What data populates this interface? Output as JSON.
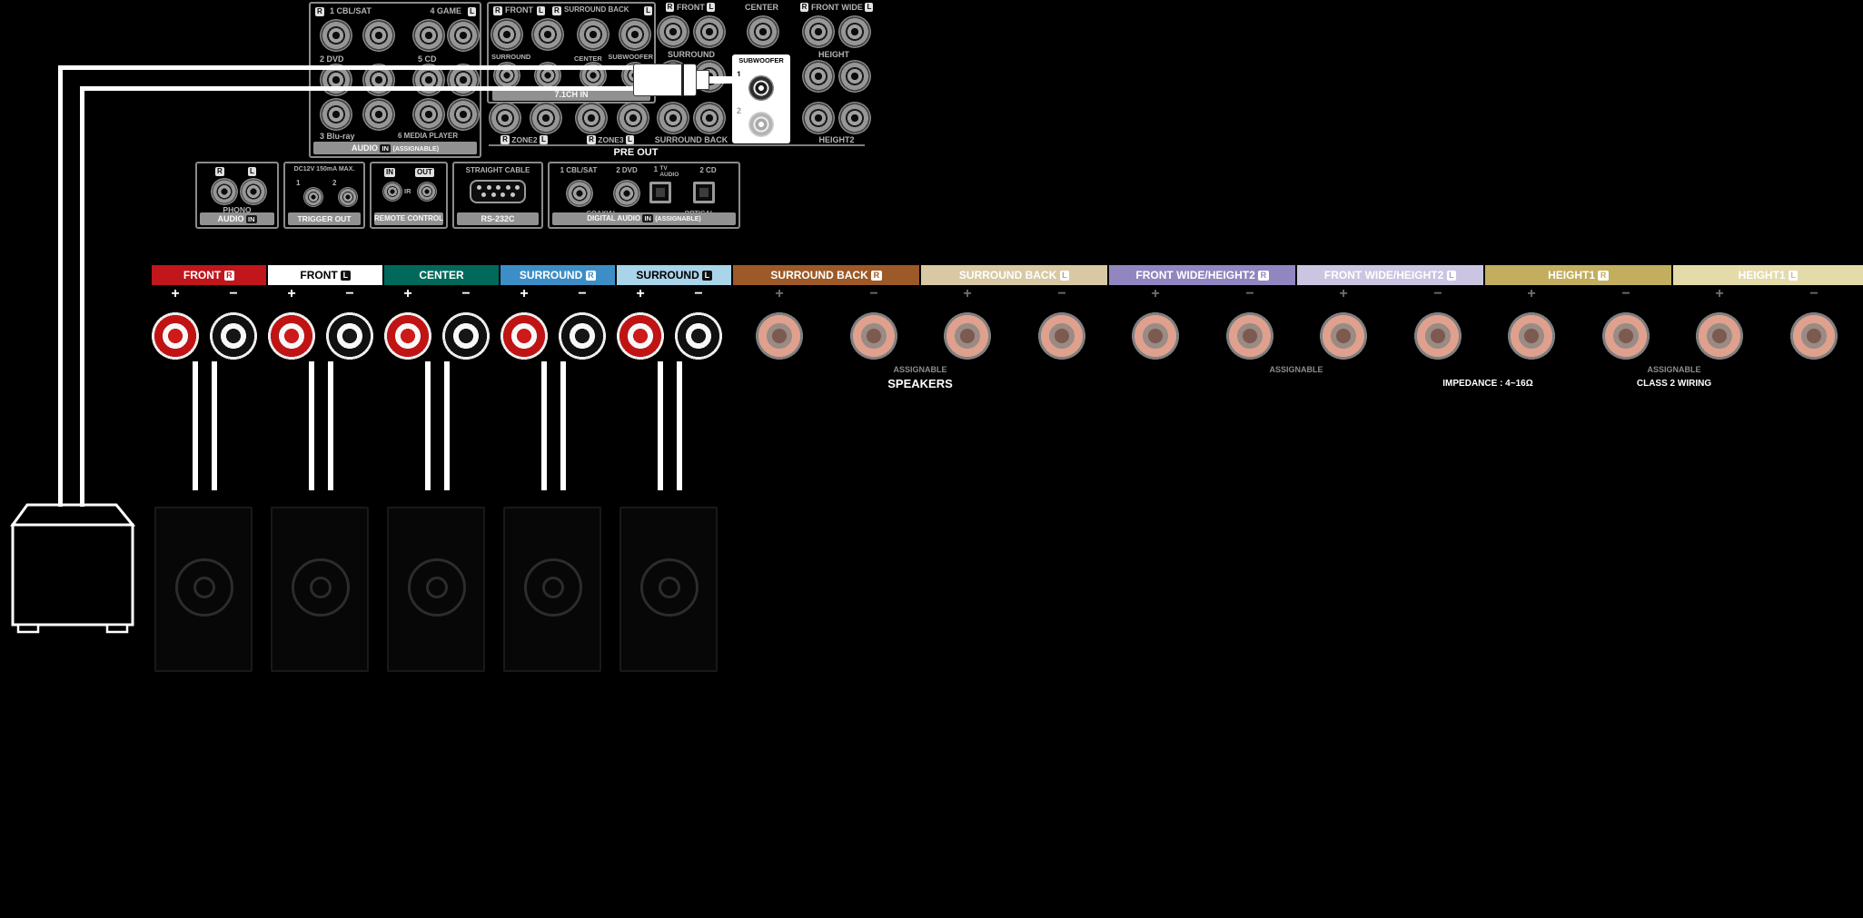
{
  "audio_in": {
    "badge_r": "R",
    "badge_l": "L",
    "input1": "1 CBL/SAT",
    "input4": "4 GAME",
    "input2": "2 DVD",
    "input5": "5 CD",
    "input3": "3 Blu-ray",
    "input6": "6 MEDIA PLAYER",
    "bar": {
      "title": "AUDIO",
      "in": "IN",
      "note": "(ASSIGNABLE)"
    }
  },
  "ch71": {
    "front": "FRONT",
    "surround_back": "SURROUND BACK",
    "surround": "SURROUND",
    "center": "CENTER",
    "subwoofer": "SUBWOOFER",
    "bar": "7.1CH IN",
    "badge_r": "R",
    "badge_l": "L"
  },
  "zones": {
    "zone2": "ZONE2",
    "zone3": "ZONE3",
    "badge_r": "R",
    "badge_l": "L"
  },
  "pre_out": {
    "title": "PRE OUT",
    "front": "FRONT",
    "center": "CENTER",
    "front_wide": "FRONT WIDE",
    "surround": "SURROUND",
    "height": "HEIGHT",
    "surround_back": "SURROUND BACK",
    "height2": "HEIGHT2",
    "subwoofer": {
      "label": "SUBWOOFER",
      "jack1": "1",
      "jack2": "2"
    },
    "badge_r": "R",
    "badge_l": "L"
  },
  "phono": {
    "badge_r": "R",
    "badge_l": "L",
    "label": "PHONO",
    "bar": {
      "title": "AUDIO",
      "in": "IN"
    }
  },
  "trigger_out": {
    "spec": "DC12V 150mA MAX.",
    "num1": "1",
    "num2": "2",
    "bar": "TRIGGER OUT"
  },
  "remote_control": {
    "badge_in": "IN",
    "badge_out": "OUT",
    "ir": "IR",
    "bar": "REMOTE CONTROL"
  },
  "rs232c": {
    "note": "STRAIGHT CABLE",
    "bar": "RS-232C"
  },
  "digital_audio": {
    "coax1": "1 CBL/SAT",
    "coax2": "2 DVD",
    "opt1_num": "1",
    "opt1_name": "TV AUDIO",
    "opt2": "2 CD",
    "coaxial": "COAXIAL",
    "optical": "OPTICAL",
    "bar": {
      "title": "DIGITAL AUDIO",
      "in": "IN",
      "note": "(ASSIGNABLE)"
    }
  },
  "speaker_terminals": {
    "plus": "+",
    "minus": "−",
    "sections": [
      {
        "label": "FRONT",
        "badge": "R",
        "color": "#c0161c",
        "text_color": "#ffffff",
        "badge_bg": "#ffffff",
        "badge_color": "#c0161c",
        "faded": false
      },
      {
        "label": "FRONT",
        "badge": "L",
        "color": "#ffffff",
        "text_color": "#000000",
        "badge_bg": "#111111",
        "badge_color": "#ffffff",
        "faded": false
      },
      {
        "label": "CENTER",
        "badge": "",
        "color": "#00695a",
        "text_color": "#ffffff",
        "badge_bg": "",
        "badge_color": "",
        "faded": false
      },
      {
        "label": "SURROUND",
        "badge": "R",
        "color": "#3d8ec6",
        "text_color": "#ffffff",
        "badge_bg": "#ffffff",
        "badge_color": "#3d8ec6",
        "faded": false
      },
      {
        "label": "SURROUND",
        "badge": "L",
        "color": "#a9d4e9",
        "text_color": "#000000",
        "badge_bg": "#111111",
        "badge_color": "#ffffff",
        "faded": false
      },
      {
        "label": "SURROUND BACK",
        "badge": "R",
        "color": "#9c5a28",
        "text_color": "#ffffff",
        "badge_bg": "#ffffff",
        "badge_color": "#9c5a28",
        "faded": true
      },
      {
        "label": "SURROUND BACK",
        "badge": "L",
        "color": "#d8c9a4",
        "text_color": "#ffffff",
        "badge_bg": "#ffffff",
        "badge_color": "#b5a57d",
        "faded": true
      },
      {
        "label": "FRONT WIDE/HEIGHT2",
        "badge": "R",
        "color": "#9186c0",
        "text_color": "#ffffff",
        "badge_bg": "#ffffff",
        "badge_color": "#9186c0",
        "faded": true
      },
      {
        "label": "FRONT WIDE/HEIGHT2",
        "badge": "L",
        "color": "#cbc5e2",
        "text_color": "#ffffff",
        "badge_bg": "#ffffff",
        "badge_color": "#a9a1c9",
        "faded": true
      },
      {
        "label": "HEIGHT1",
        "badge": "R",
        "color": "#c2ae5e",
        "text_color": "#ffffff",
        "badge_bg": "#ffffff",
        "badge_color": "#c2ae5e",
        "faded": true
      },
      {
        "label": "HEIGHT1",
        "badge": "L",
        "color": "#e4dbab",
        "text_color": "#ffffff",
        "badge_bg": "#ffffff",
        "badge_color": "#c9bd85",
        "faded": true
      }
    ],
    "notes": {
      "assignable": "ASSIGNABLE",
      "speakers": "SPEAKERS",
      "impedance": "IMPEDANCE : 4~16Ω",
      "class2": "CLASS 2 WIRING"
    }
  }
}
